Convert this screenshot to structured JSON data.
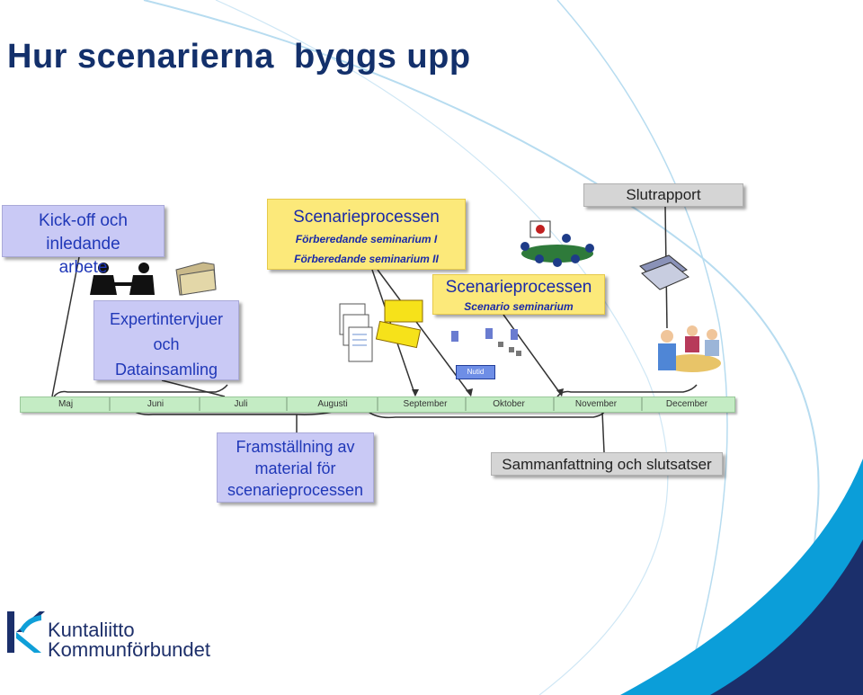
{
  "title": "Hur scenarierna  byggs upp",
  "boxes": {
    "kickoff": {
      "line1": "Kick-off och inledande",
      "line2": "arbete"
    },
    "expert": {
      "line1": "Expertintervjuer",
      "line2": "och",
      "line3": "Datainsamling"
    },
    "framst": {
      "line1": "Framställning av",
      "line2": "material för",
      "line3": "scenarieprocessen"
    },
    "scen1": {
      "title": "Scenarieprocessen",
      "sub1": "Förberedande seminarium I",
      "sub2": "Förberedande seminarium II"
    },
    "scen2": {
      "title": "Scenarieprocessen",
      "sub1": "Scenario seminarium"
    },
    "slut": {
      "label": "Slutrapport"
    },
    "samman": {
      "label": "Sammanfattning och slutsatser"
    }
  },
  "timeline": {
    "months": [
      "Maj",
      "Juni",
      "Juli",
      "Augusti",
      "September",
      "Oktober",
      "November",
      "December"
    ],
    "marker": "Nutid"
  },
  "logo": {
    "line1": "Kuntaliitto",
    "line2": "Kommunförbundet"
  },
  "colors": {
    "title": "#13306b",
    "lavender": "#c9c9f5",
    "yellow": "#fce97a",
    "gray": "#d5d5d5",
    "timeline": "#c4ecc4",
    "accent_blue": "#0f9fd8",
    "dark_navy": "#1b2f6b"
  }
}
